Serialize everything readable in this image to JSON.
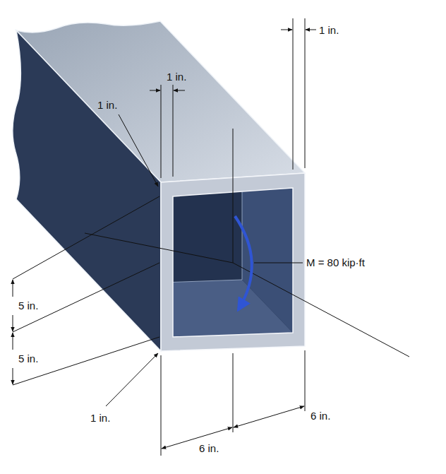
{
  "diagram": {
    "labels": [
      "1 in.",
      "1 in.",
      "1 in.",
      "M = 80 kip·ft",
      "5 in.",
      "5 in.",
      "6 in.",
      "1 in.",
      "6 in."
    ]
  }
}
